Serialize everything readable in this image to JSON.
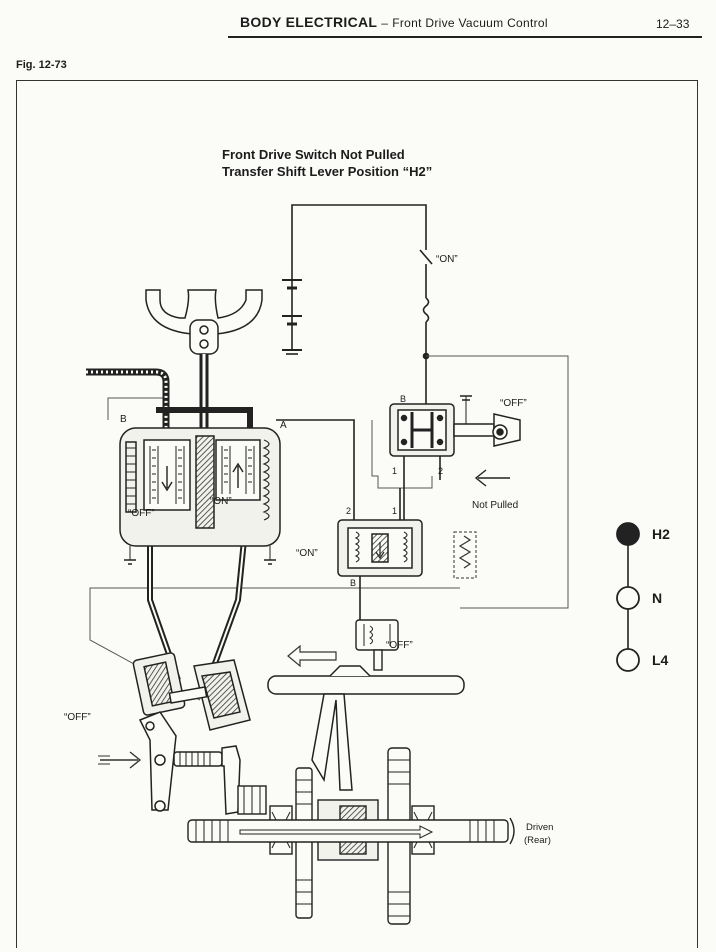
{
  "header": {
    "section": "BODY ELECTRICAL",
    "separator": "–",
    "subsection": "Front Drive Vacuum Control",
    "page_number": "12–33"
  },
  "figure": {
    "label": "Fig. 12-73",
    "title_line1": "Front Drive Switch Not Pulled",
    "title_line2": "Transfer Shift Lever Position “H2”"
  },
  "labels": {
    "switch_on": "“ON”",
    "switch_off": "“OFF”",
    "terminal_b_left": "B",
    "terminal_a": "A",
    "terminal_b_switch": "B",
    "terminal_1_switch": "1",
    "terminal_2_switch": "2",
    "not_pulled": "Not Pulled",
    "valve_off_left": "“OFF”",
    "valve_on_right": "“ON”",
    "term_2_solenoid": "2",
    "term_1_solenoid": "1",
    "solenoid_on": "“ON”",
    "terminal_b_solenoid": "B",
    "actuator_switch_off": "“OFF”",
    "linkage_off": "“OFF”",
    "driven_line1": "Driven",
    "driven_line2": "(Rear)"
  },
  "shift_positions": [
    {
      "label": "H2",
      "active": true
    },
    {
      "label": "N",
      "active": false
    },
    {
      "label": "L4",
      "active": false
    }
  ]
}
